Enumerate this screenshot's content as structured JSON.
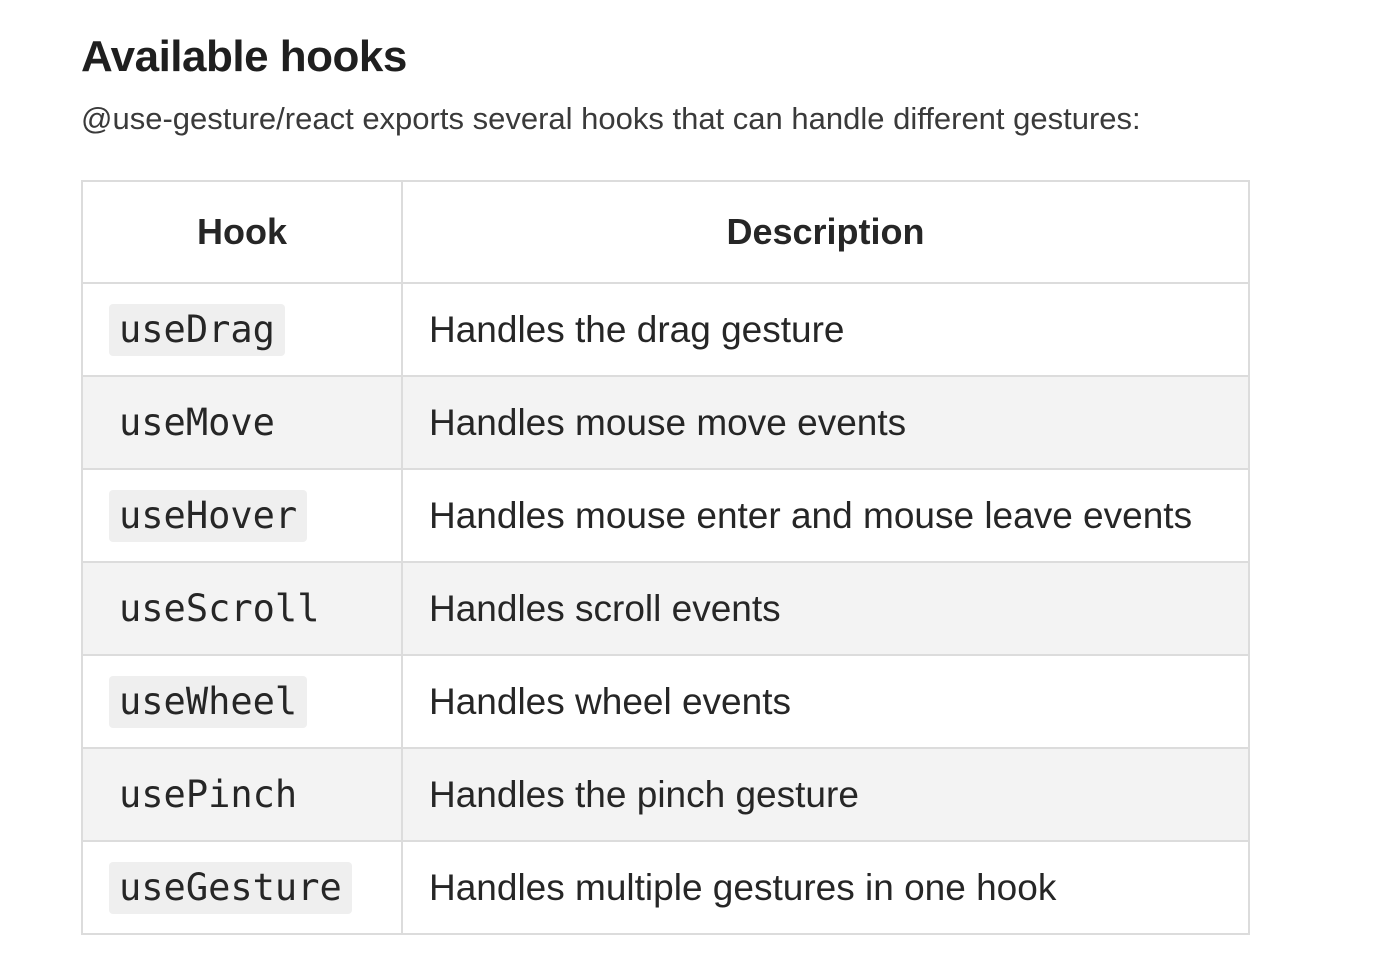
{
  "heading": "Available hooks",
  "intro": "@use-gesture/react exports several hooks that can handle different gestures:",
  "table": {
    "headers": {
      "hook": "Hook",
      "description": "Description"
    },
    "rows": [
      {
        "hook": "useDrag",
        "description": "Handles the drag gesture"
      },
      {
        "hook": "useMove",
        "description": "Handles mouse move events"
      },
      {
        "hook": "useHover",
        "description": "Handles mouse enter and mouse leave events"
      },
      {
        "hook": "useScroll",
        "description": "Handles scroll events"
      },
      {
        "hook": "useWheel",
        "description": "Handles wheel events"
      },
      {
        "hook": "usePinch",
        "description": "Handles the pinch gesture"
      },
      {
        "hook": "useGesture",
        "description": "Handles multiple gestures in one hook"
      }
    ]
  }
}
